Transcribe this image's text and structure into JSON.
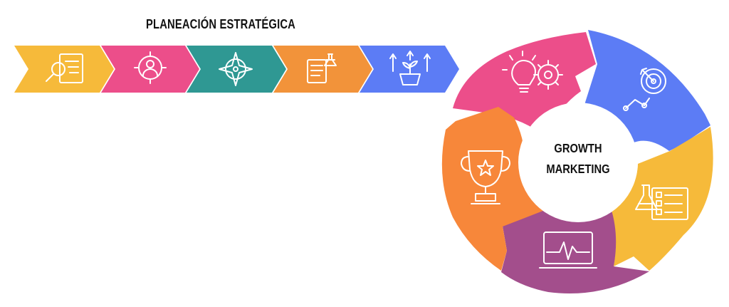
{
  "title": "PLANEACIÓN ESTRATÉGICA",
  "center": {
    "line1": "GROWTH",
    "line2": "MARKETING"
  },
  "colors": {
    "yellow": "#F6BA3A",
    "pink": "#EC4E8A",
    "teal": "#2F9893",
    "orange": "#F2933A",
    "blue": "#5C7CF5",
    "purple": "#A34E8C",
    "orange_dark": "#F7873A"
  },
  "planning_steps": [
    {
      "icon": "search-document-icon",
      "color": "#F6BA3A"
    },
    {
      "icon": "target-person-icon",
      "color": "#EC4E8A"
    },
    {
      "icon": "compass-icon",
      "color": "#2F9893"
    },
    {
      "icon": "notepad-flask-icon",
      "color": "#F2933A"
    },
    {
      "icon": "plant-growth-icon",
      "color": "#5C7CF5"
    }
  ],
  "growth_cycle": [
    {
      "icon": "idea-gears-icon",
      "color": "#EC4E8A"
    },
    {
      "icon": "target-arrow-icon",
      "color": "#5C7CF5"
    },
    {
      "icon": "lab-checklist-icon",
      "color": "#F6BA3A"
    },
    {
      "icon": "monitor-pulse-icon",
      "color": "#A34E8C"
    },
    {
      "icon": "trophy-icon",
      "color": "#F7873A"
    }
  ]
}
